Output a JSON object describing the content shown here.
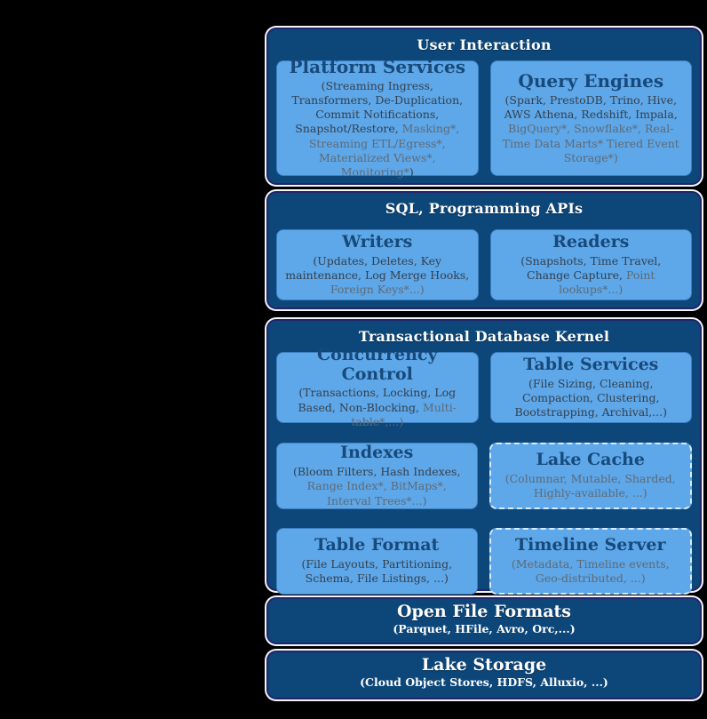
{
  "colors": {
    "background": "#000000",
    "section_fill": "#0d4678",
    "section_border": "#23246a",
    "section_outline": "#ffffff",
    "box_fill": "#5ea7e8",
    "box_dashed_border": "#d9eafb",
    "title_navy": "#17497a",
    "text_dark": "#34404f",
    "text_muted": "#5e6a76",
    "text_white": "#ffffff"
  },
  "sections": {
    "user_interaction": {
      "title": "User Interaction",
      "platform_services": {
        "title": "Platform Services",
        "segments": {
          "dark1": "(Streaming Ingress, Transformers, De-Duplication, Commit Notifications, Snapshot/Restore,",
          "muted1": " Masking*, Streaming ETL/Egress*, Materialized Views*, Monitoring*",
          "dark2": ")"
        }
      },
      "query_engines": {
        "title": "Query Engines",
        "segments": {
          "dark1": "(Spark, PrestoDB, Trino, Hive, AWS Athena, Redshift, Impala,",
          "muted1": " BigQuery*, Snowflake*, Real-Time Data Marts* Tiered Event Storage*)"
        }
      }
    },
    "sql_apis": {
      "title": "SQL, Programming APIs",
      "writers": {
        "title": "Writers",
        "segments": {
          "dark1": "(Updates, Deletes, Key maintenance, Log Merge Hooks,",
          "muted1": " Foreign Keys*...)"
        }
      },
      "readers": {
        "title": "Readers",
        "segments": {
          "dark1": "(Snapshots, Time Travel, Change Capture,",
          "muted1": " Point lookups*...)"
        }
      }
    },
    "kernel": {
      "title": "Transactional Database Kernel",
      "concurrency_control": {
        "title": "Concurrency Control",
        "segments": {
          "dark1": "(Transactions, Locking, Log Based, Non-Blocking,",
          "muted1": " Multi-table*,...)"
        }
      },
      "table_services": {
        "title": "Table Services",
        "segments": {
          "dark1": "(File Sizing, Cleaning, Compaction, Clustering, Bootstrapping, Archival,...)"
        }
      },
      "indexes": {
        "title": "Indexes",
        "segments": {
          "dark1": "(Bloom Filters, Hash Indexes,",
          "muted1": " Range Index*, BitMaps*, Interval Trees*...)"
        }
      },
      "lake_cache": {
        "title": "Lake Cache",
        "segments": {
          "muted1": "(Columnar, Mutable, Sharded, Highly-available, ...)"
        }
      },
      "table_format": {
        "title": "Table Format",
        "segments": {
          "dark1": "(File Layouts, Partitioning, Schema, File Listings, ...)"
        }
      },
      "timeline_server": {
        "title": "Timeline Server",
        "segments": {
          "muted1": "(Metadata, Timeline events, Geo-distributed, ...)"
        }
      }
    },
    "open_file_formats": {
      "title": "Open File Formats",
      "subtitle": "(Parquet, HFile, Avro, Orc,...)"
    },
    "lake_storage": {
      "title": "Lake Storage",
      "subtitle": "(Cloud Object Stores, HDFS, Alluxio, ...)"
    }
  }
}
